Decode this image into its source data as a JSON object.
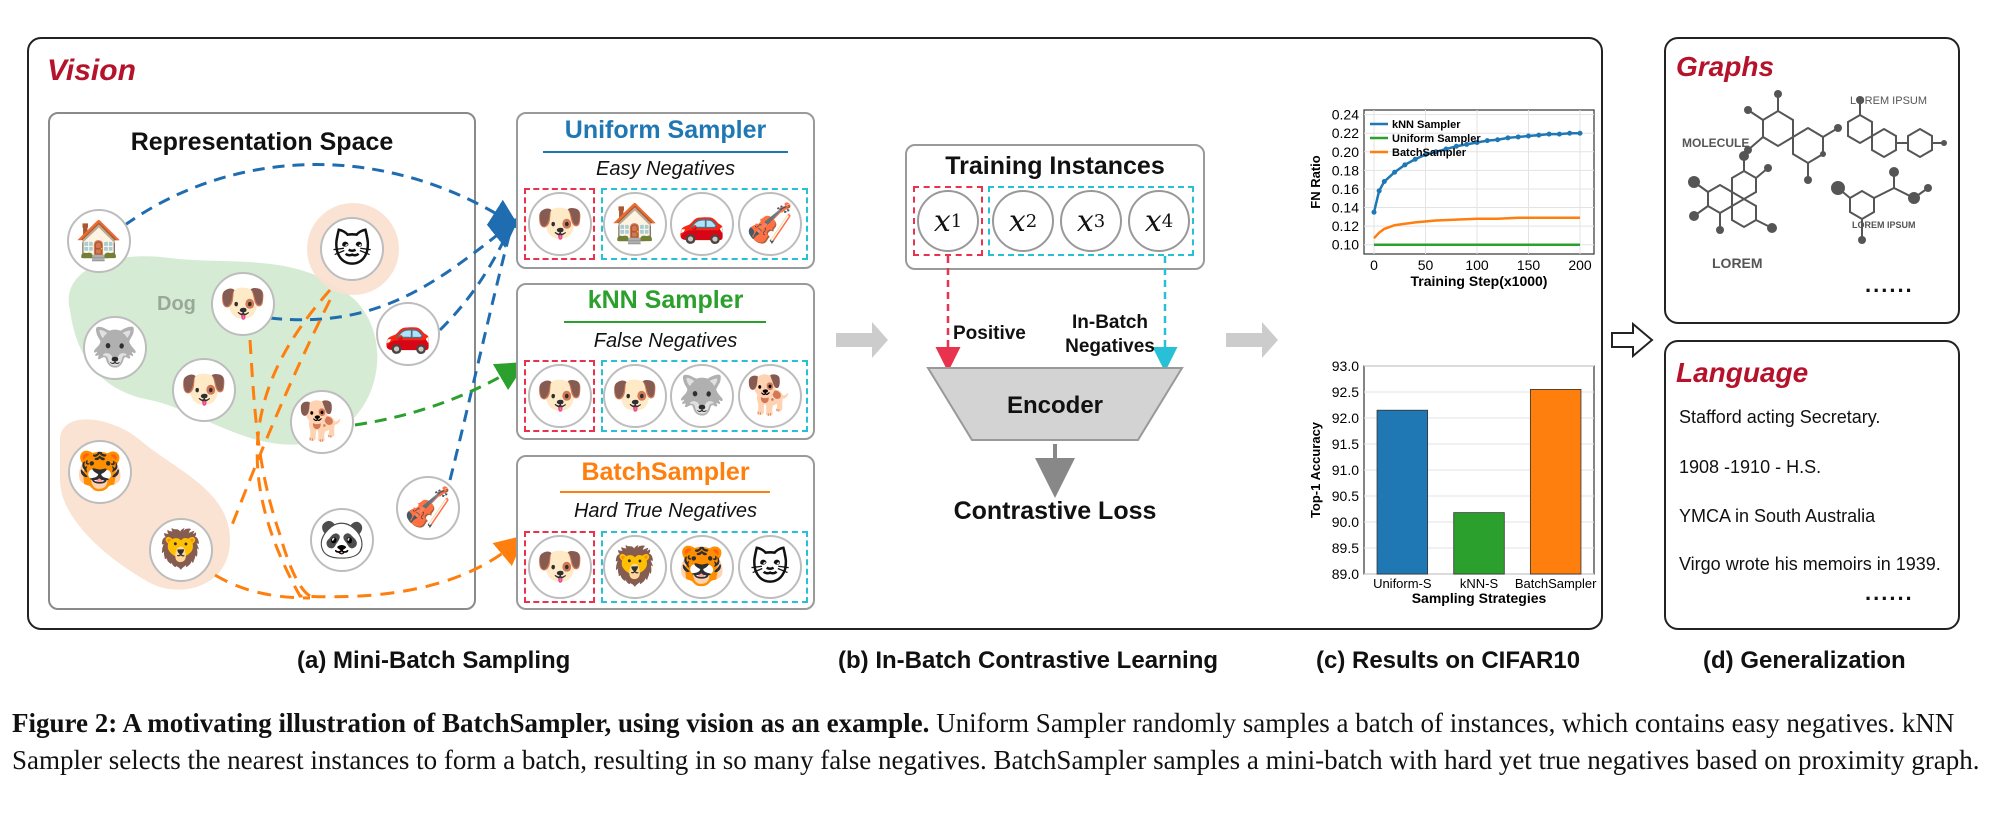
{
  "vision": {
    "title": "Vision",
    "rep_space_title": "Representation Space",
    "dog_label": "Dog"
  },
  "samplers": {
    "uniform": {
      "title": "Uniform Sampler",
      "subtitle": "Easy Negatives",
      "color": "#1f77b4"
    },
    "knn": {
      "title": "kNN Sampler",
      "subtitle": "False Negatives",
      "color": "#2ca02c"
    },
    "batch": {
      "title": "BatchSampler",
      "subtitle": "Hard True Negatives",
      "color": "#ff7f0e"
    }
  },
  "contrastive": {
    "training_title": "Training Instances",
    "instances": [
      "x",
      "x",
      "x",
      "x"
    ],
    "instance_subs": [
      "1",
      "2",
      "3",
      "4"
    ],
    "positive_label": "Positive",
    "negatives_label_1": "In-Batch",
    "negatives_label_2": "Negatives",
    "encoder_label": "Encoder",
    "loss_label": "Contrastive Loss"
  },
  "chart_data": [
    {
      "type": "line",
      "xlabel": "Training Step(x1000)",
      "ylabel": "FN Ratio",
      "xlim": [
        0,
        200
      ],
      "ylim": [
        0.09,
        0.245
      ],
      "xticks": [
        "0",
        "50",
        "100",
        "150",
        "200"
      ],
      "yticks": [
        "0.10",
        "0.12",
        "0.14",
        "0.16",
        "0.18",
        "0.20",
        "0.22",
        "0.24"
      ],
      "legend_position": "top-left",
      "series": [
        {
          "name": "kNN Sampler",
          "color": "#1f77b4",
          "x": [
            0,
            5,
            10,
            20,
            30,
            40,
            50,
            60,
            70,
            80,
            90,
            100,
            110,
            120,
            130,
            140,
            150,
            160,
            170,
            180,
            190,
            200
          ],
          "y": [
            0.135,
            0.158,
            0.168,
            0.178,
            0.186,
            0.192,
            0.197,
            0.2,
            0.203,
            0.206,
            0.208,
            0.21,
            0.212,
            0.213,
            0.215,
            0.216,
            0.217,
            0.218,
            0.219,
            0.219,
            0.22,
            0.22
          ]
        },
        {
          "name": "Uniform Sampler",
          "color": "#2ca02c",
          "x": [
            0,
            50,
            100,
            150,
            200
          ],
          "y": [
            0.1,
            0.1,
            0.1,
            0.1,
            0.1
          ]
        },
        {
          "name": "BatchSampler",
          "color": "#ff7f0e",
          "x": [
            0,
            5,
            10,
            20,
            40,
            60,
            80,
            100,
            120,
            140,
            160,
            180,
            200
          ],
          "y": [
            0.107,
            0.113,
            0.117,
            0.121,
            0.124,
            0.126,
            0.127,
            0.128,
            0.128,
            0.129,
            0.129,
            0.129,
            0.129
          ]
        }
      ]
    },
    {
      "type": "bar",
      "xlabel": "Sampling Strategies",
      "ylabel": "Top-1 Accuracy",
      "categories": [
        "Uniform-S",
        "kNN-S",
        "BatchSampler"
      ],
      "values": [
        92.15,
        90.18,
        92.55
      ],
      "colors": [
        "#1f77b4",
        "#2ca02c",
        "#ff7f0e"
      ],
      "ylim": [
        89.0,
        93.0
      ],
      "yticks": [
        "93.0",
        "92.5",
        "92.0",
        "91.5",
        "91.0",
        "90.5",
        "90.0",
        "89.5",
        "89.0"
      ]
    }
  ],
  "graphs": {
    "title": "Graphs",
    "labels": [
      "MOLECULE",
      "LOREM IPSUM",
      "LOREM",
      "LOREM IPSUM"
    ],
    "ellipsis": "......"
  },
  "language": {
    "title": "Language",
    "lines": [
      "Stafford acting Secretary.",
      "1908 -1910 - H.S.",
      "YMCA in South Australia",
      "Virgo wrote his memoirs in 1939."
    ],
    "ellipsis": "......"
  },
  "panel_captions": {
    "a": "(a) Mini-Batch Sampling",
    "b": "(b) In-Batch Contrastive Learning",
    "c": "(c) Results on CIFAR10",
    "d": "(d) Generalization"
  },
  "caption": {
    "bold": "Figure 2: A motivating illustration of BatchSampler, using vision as an example.",
    "text": " Uniform Sampler randomly samples a batch of instances, which contains easy negatives. kNN Sampler selects the nearest instances to form a batch, resulting in so many false negatives. BatchSampler samples a mini-batch with hard yet true negatives based on proximity graph."
  },
  "emoji": {
    "house": "🏠",
    "cat": "🐱",
    "dog": "🐶",
    "husky": "🐺",
    "car": "🚗",
    "spaniel": "🐕",
    "tiger": "🐯",
    "lion": "🦁",
    "panda": "🐼",
    "violin": "🎻"
  }
}
